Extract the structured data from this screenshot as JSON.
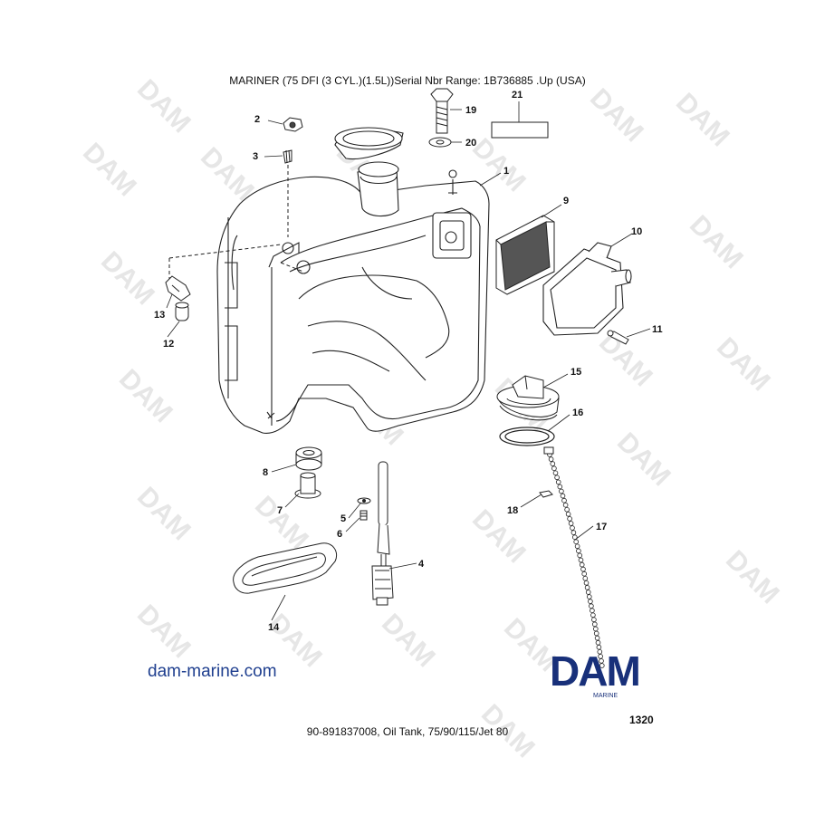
{
  "header": {
    "title": "MARINER (75 DFI (3 CYL.)(1.5L))Serial Nbr Range: 1B736885 .Up (USA)"
  },
  "footer": {
    "caption": "90-891837008, Oil Tank, 75/90/115/Jet 80"
  },
  "branding": {
    "website": "dam-marine.com",
    "logo_text": "DAM",
    "logo_subtext": "MARINE",
    "watermark_text": "DAM"
  },
  "figure_number": "1320",
  "callouts": [
    "1",
    "2",
    "3",
    "4",
    "5",
    "6",
    "7",
    "8",
    "9",
    "10",
    "11",
    "12",
    "13",
    "14",
    "15",
    "16",
    "17",
    "18",
    "19",
    "20",
    "21"
  ],
  "colors": {
    "brand": "#18307a",
    "website": "#1f3f8f",
    "watermark": "#e6e6e6",
    "lines": "#222222"
  }
}
